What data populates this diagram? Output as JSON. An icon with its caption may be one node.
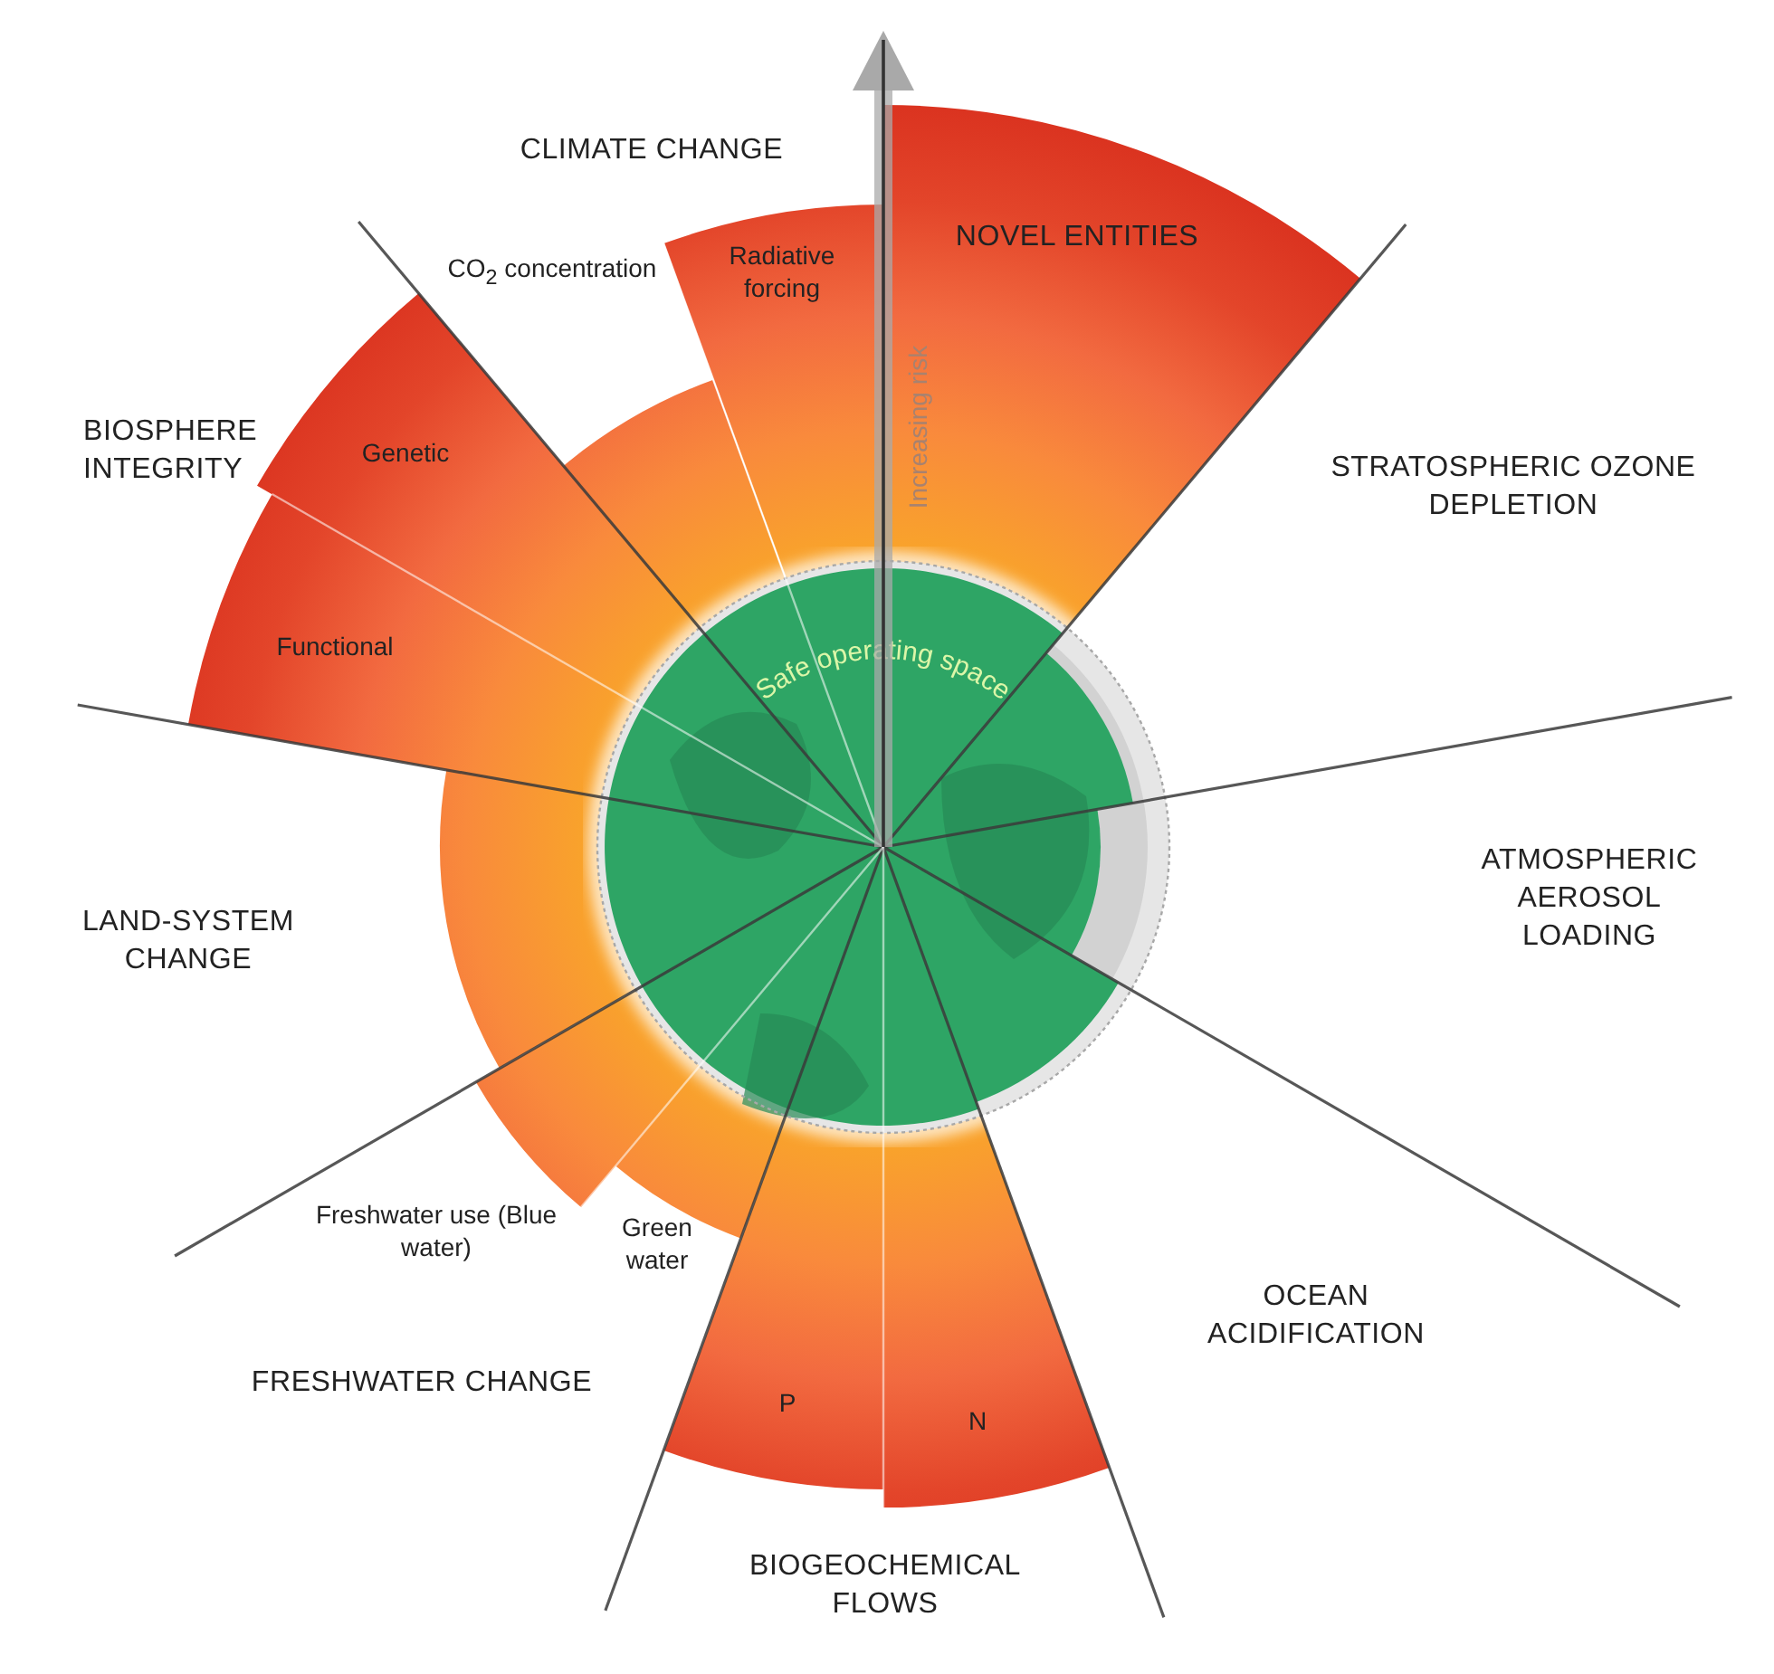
{
  "diagram": {
    "nodes": [
      {
        "text": [
          "Safe operating space"
        ]
      },
      {
        "text": [
          "NOVEL ENTITIES"
        ]
      },
      {
        "text": [],
        "shape": "wedge"
      },
      {
        "text": [
          "Radiative forcing"
        ]
      },
      {
        "text": [
          "Genetic"
        ]
      },
      {
        "text": [
          "Functional"
        ]
      },
      {
        "text": [],
        "shape": "wedge"
      },
      {
        "text": [
          "Freshwater use (Blue water)"
        ]
      },
      {
        "text": [
          "Green water"
        ]
      },
      {
        "text": [
          "P"
        ]
      },
      {
        "text": [
          "N"
        ]
      }
    ],
    "labels": [
      "CLIMATE CHANGE",
      "CO$_{2}$ concentration",
      "Increasing risk",
      "BIOSPHERE INTEGRITY",
      "STRATOSPHERIC OZONE DEPLETION",
      "ATMOSPHERIC AEROSOL LOADING",
      "LAND-SYSTEM CHANGE",
      "OCEAN ACIDIFICATION",
      "FRESHWATER CHANGE",
      "BIOGEOCHEMICAL FLOWS"
    ]
  }
}
